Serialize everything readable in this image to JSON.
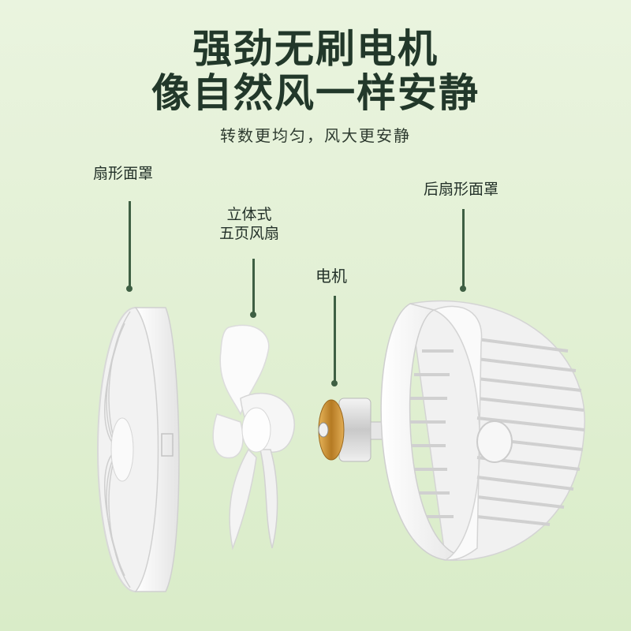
{
  "headline": {
    "line1": "强劲无刷电机",
    "line2": "像自然风一样安静",
    "subtitle": "转数更均匀，风大更安静"
  },
  "callouts": [
    {
      "id": "front-grille",
      "label": "扇形面罩"
    },
    {
      "id": "blade",
      "label_line1": "立体式",
      "label_line2": "五页风扇"
    },
    {
      "id": "motor",
      "label": "电机"
    },
    {
      "id": "rear-grille",
      "label": "后扇形面罩"
    }
  ],
  "colors": {
    "background_top": "#eaf4df",
    "background_bottom": "#d9ecc8",
    "headline": "#22382a",
    "leader_line": "#3e5f43",
    "motor_gold": "#c8902f",
    "motor_silver": "#d9d9d9"
  }
}
